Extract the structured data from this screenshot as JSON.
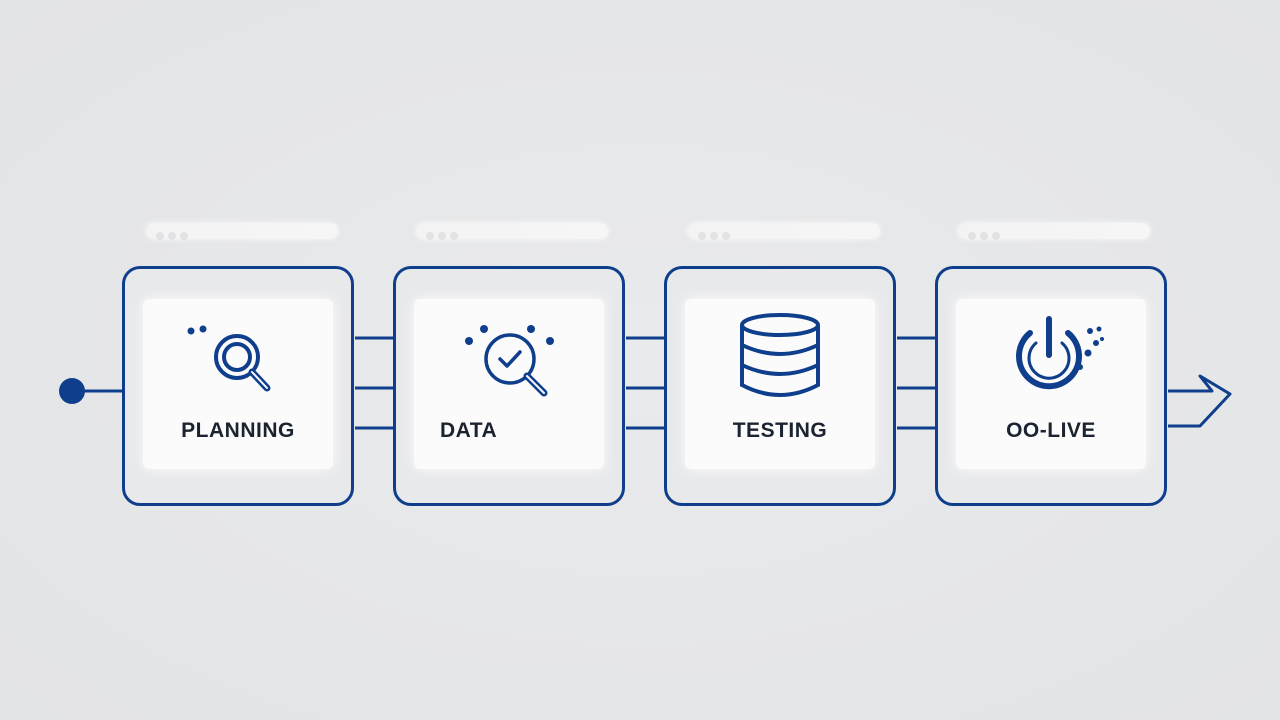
{
  "steps": [
    {
      "label": "PLANNING",
      "icon": "magnifier-icon"
    },
    {
      "label": "DATA",
      "icon": "magnifier-check-icon"
    },
    {
      "label": "TESTING",
      "icon": "database-icon"
    },
    {
      "label": "OO-LIVE",
      "icon": "power-icon"
    }
  ],
  "colors": {
    "accent": "#0f3f8c",
    "background": "#e6e7e9",
    "panel": "#fbfbfb",
    "text": "#1c2330"
  }
}
